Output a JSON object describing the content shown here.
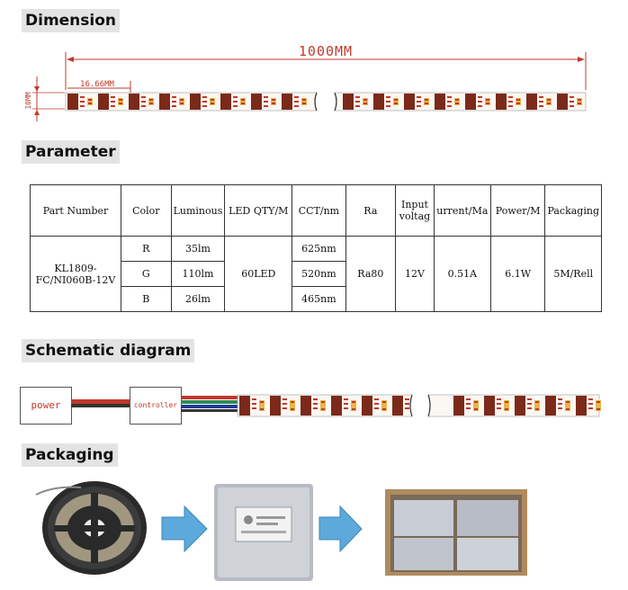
{
  "sections": {
    "dimension": "Dimension",
    "parameter": "Parameter",
    "schematic": "Schematic diagram",
    "packaging": "Packaging"
  },
  "dimension": {
    "total_length": "1000MM",
    "segment_length": "16.66MM",
    "width": "10MM"
  },
  "table": {
    "headers": [
      "Part Number",
      "Color",
      "Luminous",
      "LED QTY/M",
      "CCT/nm",
      "Ra",
      "Input voltag",
      "urrent/Ma",
      "Power/M",
      "Packaging"
    ],
    "part_number": "KL1809-FC/NI060B-12V",
    "rows": [
      {
        "color": "R",
        "luminous": "35lm",
        "cct": "625nm"
      },
      {
        "color": "G",
        "luminous": "110lm",
        "cct": "520nm"
      },
      {
        "color": "B",
        "luminous": "26lm",
        "cct": "465nm"
      }
    ],
    "led_qty": "60LED",
    "ra": "Ra80",
    "voltage": "12V",
    "current": "0.51A",
    "power": "6.1W",
    "packaging": "5M/Rell"
  },
  "schematic": {
    "power_label": "power",
    "controller_label": "controller"
  },
  "colors": {
    "accent_red": "#c0392b",
    "wire_red": "#c0392b",
    "wire_blue": "#1f3a93",
    "strip_chip": "#7b2a1a",
    "arrow_blue": "#5da9dc"
  }
}
